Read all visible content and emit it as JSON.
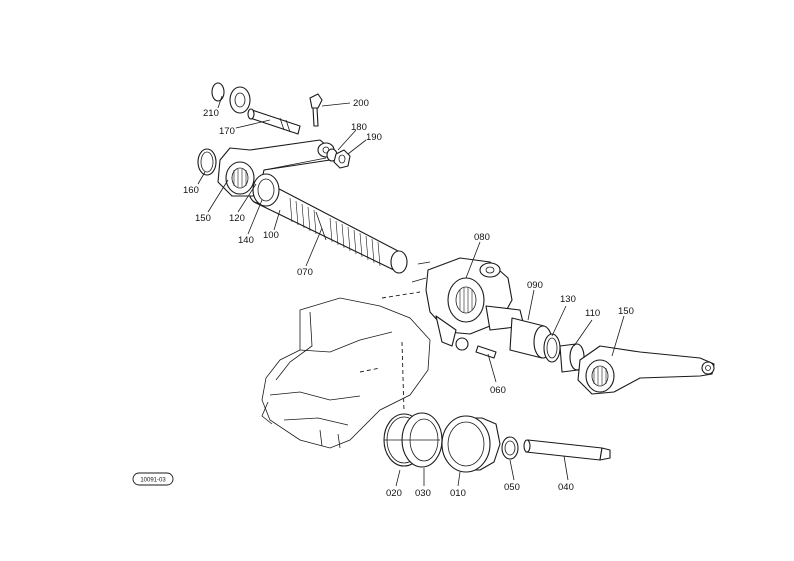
{
  "diagram": {
    "callouts": {
      "p200": "200",
      "p210": "210",
      "p170": "170",
      "p180": "180",
      "p190": "190",
      "p160": "160",
      "p150a": "150",
      "p120": "120",
      "p140": "140",
      "p100": "100",
      "p070": "070",
      "p080": "080",
      "p090": "090",
      "p130": "130",
      "p110": "110",
      "p150b": "150",
      "p060": "060",
      "p020": "020",
      "p030": "030",
      "p010": "010",
      "p050": "050",
      "p040": "040"
    },
    "reference_code": "10091-03"
  }
}
